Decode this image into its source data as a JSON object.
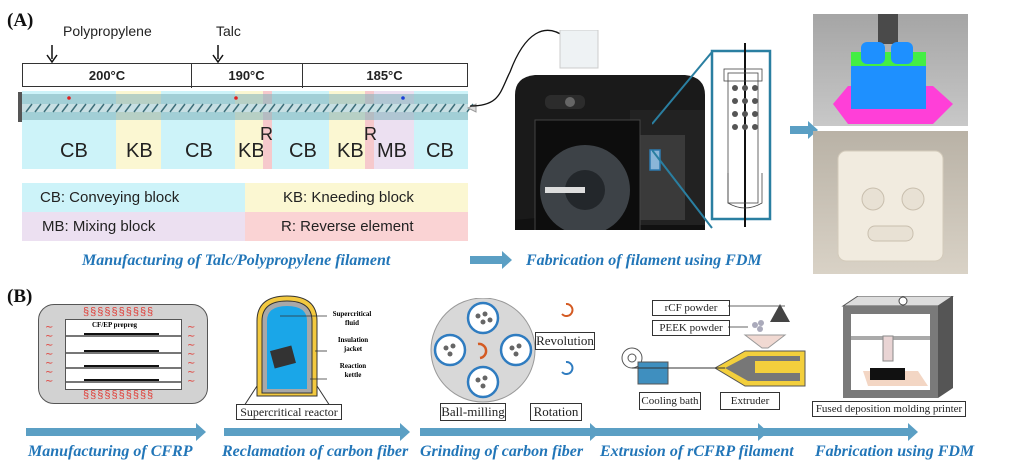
{
  "panel_a": {
    "label": "(A)",
    "feed_inputs": [
      {
        "label": "Polypropylene"
      },
      {
        "label": "Talc"
      }
    ],
    "temperature_zones": [
      "200°C",
      "190°C",
      "185°C"
    ],
    "screw_zones": [
      {
        "code": "CB",
        "color": "#cdf3f9"
      },
      {
        "code": "KB",
        "color": "#fbf7d2"
      },
      {
        "code": "CB",
        "color": "#cdf3f9"
      },
      {
        "code": "KB",
        "color": "#fbf7d2"
      },
      {
        "code": "R",
        "color": "#f6c9cc"
      },
      {
        "code": "CB",
        "color": "#cdf3f9"
      },
      {
        "code": "KB",
        "color": "#fbf7d2"
      },
      {
        "code": "R",
        "color": "#f6c9cc"
      },
      {
        "code": "MB",
        "color": "#ece0f1"
      },
      {
        "code": "CB",
        "color": "#cdf3f9"
      }
    ],
    "legend": [
      {
        "text": "CB: Conveying block",
        "color": "#cdf3f9"
      },
      {
        "text": "KB: Kneeding block",
        "color": "#fbf7d2"
      },
      {
        "text": "MB: Mixing block",
        "color": "#ece0f1"
      },
      {
        "text": "R: Reverse element",
        "color": "#fad3d4"
      }
    ],
    "caption_left": "Manufacturing of Talc/Polypropylene filament",
    "caption_middle": "Fabrication of filament using FDM"
  },
  "panel_b": {
    "label": "(B)",
    "cfrp": {
      "prepreg_label": "CF/EP prepreg"
    },
    "reactor": {
      "fluid_label": "Supercritical fluid",
      "jacket_label": "Insulation jacket",
      "kettle_label": "Reaction kettle",
      "base_label": "Supercritical reactor"
    },
    "ball_mill": {
      "revolution_label": "Revolution",
      "rotation_label": "Rotation",
      "ball_milling_label": "Ball-milling"
    },
    "extrusion": {
      "rcf_label": "rCF powder",
      "peek_label": "PEEK powder",
      "cooling_label": "Cooling bath",
      "extruder_label": "Extruder"
    },
    "printer": {
      "label": "Fused deposition molding printer"
    },
    "steps": [
      "Manufacturing of CFRP",
      "Reclamation of carbon fiber",
      "Grinding of carbon fiber",
      "Extrusion of rCFRP filament",
      "Fabrication using FDM"
    ]
  },
  "colors": {
    "accent_blue": "#2276b8",
    "arrow_blue": "#5b9fc4"
  }
}
